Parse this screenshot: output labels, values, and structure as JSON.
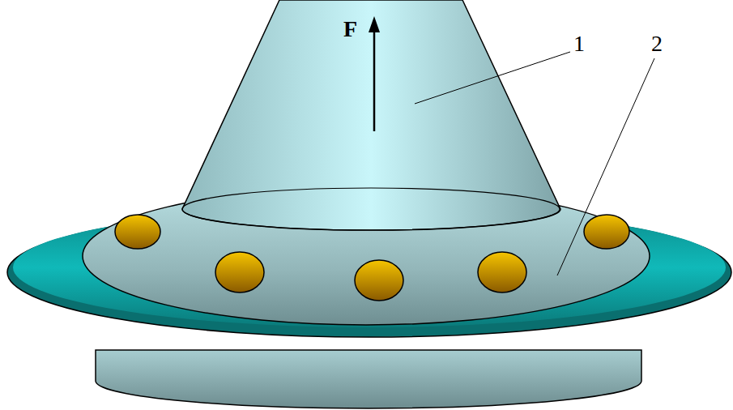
{
  "diagram": {
    "labels": [
      "F",
      "1",
      "2"
    ]
  }
}
